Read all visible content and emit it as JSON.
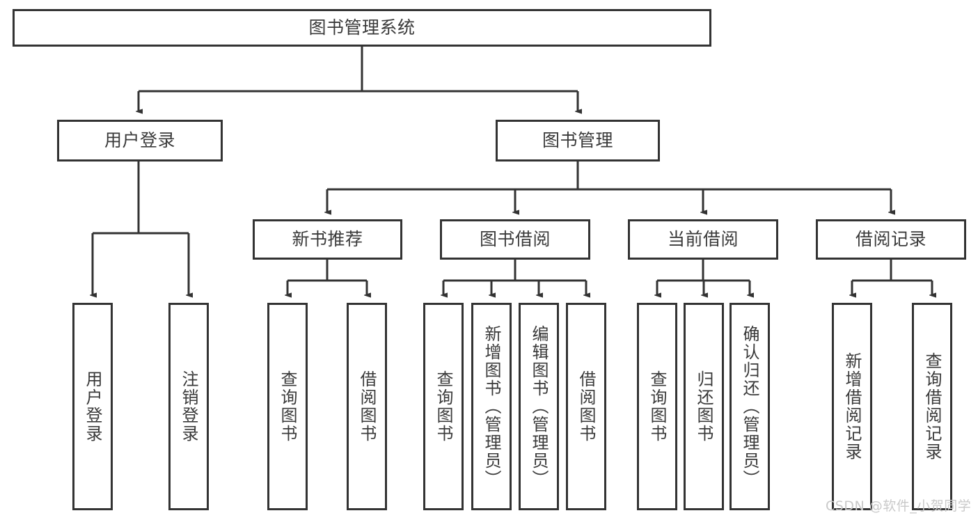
{
  "diagram": {
    "type": "tree-hierarchy",
    "title": "图书管理系统",
    "root": {
      "label": "图书管理系统"
    },
    "level2": [
      {
        "id": "user-login",
        "label": "用户登录"
      },
      {
        "id": "book-manage",
        "label": "图书管理"
      }
    ],
    "level3": [
      {
        "id": "new-book-recommend",
        "label": "新书推荐",
        "parent": "book-manage"
      },
      {
        "id": "book-borrow",
        "label": "图书借阅",
        "parent": "book-manage"
      },
      {
        "id": "current-borrow",
        "label": "当前借阅",
        "parent": "book-manage"
      },
      {
        "id": "borrow-record",
        "label": "借阅记录",
        "parent": "book-manage"
      }
    ],
    "leaves": [
      {
        "id": "leaf-user-login",
        "label": "用户登录",
        "parent": "user-login"
      },
      {
        "id": "leaf-user-logout",
        "label": "注销登录",
        "parent": "user-login"
      },
      {
        "id": "leaf-query-book-1",
        "label": "查询图书",
        "parent": "new-book-recommend"
      },
      {
        "id": "leaf-borrow-book-1",
        "label": "借阅图书",
        "parent": "new-book-recommend"
      },
      {
        "id": "leaf-query-book-2",
        "label": "查询图书",
        "parent": "book-borrow"
      },
      {
        "id": "leaf-add-book",
        "label": "新增图书（管理员）",
        "parent": "book-borrow"
      },
      {
        "id": "leaf-edit-book",
        "label": "编辑图书（管理员）",
        "parent": "book-borrow"
      },
      {
        "id": "leaf-borrow-book-2",
        "label": "借阅图书",
        "parent": "book-borrow"
      },
      {
        "id": "leaf-query-book-3",
        "label": "查询图书",
        "parent": "current-borrow"
      },
      {
        "id": "leaf-return-book",
        "label": "归还图书",
        "parent": "current-borrow"
      },
      {
        "id": "leaf-confirm-return",
        "label": "确认归还（管理员）",
        "parent": "current-borrow"
      },
      {
        "id": "leaf-add-record",
        "label": "新增借阅记录",
        "parent": "borrow-record"
      },
      {
        "id": "leaf-query-record",
        "label": "查询借阅记录",
        "parent": "borrow-record"
      }
    ]
  },
  "watermark": {
    "text": "CSDN @软件_小贺同学"
  },
  "colors": {
    "border": "#333333",
    "text": "#3a3a3a",
    "background": "#ffffff",
    "watermark": "#c9c9c9"
  }
}
